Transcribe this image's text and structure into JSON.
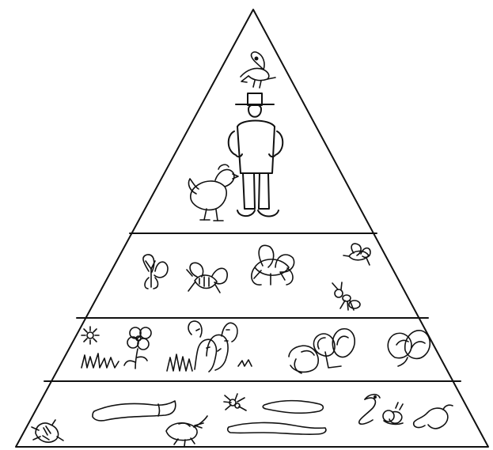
{
  "diagram": {
    "type": "food pyramid illustration",
    "levels": [
      {
        "position": "top",
        "items": [
          "bird-icon",
          "man-icon",
          "chicken-icon"
        ]
      },
      {
        "position": "second",
        "items": [
          "butterfly-icon",
          "bee-icon",
          "fly-icon",
          "fly-icon",
          "ant-icon"
        ]
      },
      {
        "position": "third",
        "items": [
          "flower-icon",
          "grass-icon",
          "sun-icon",
          "cactus-icon",
          "pepper-icon",
          "leaf-plant-icon"
        ]
      },
      {
        "position": "bottom",
        "items": [
          "worm-icon",
          "worm-icon",
          "beetle-icon",
          "spider-icon",
          "snail-icon",
          "snake-icon"
        ]
      }
    ],
    "colors": {
      "line": "#111111",
      "background": "#ffffff"
    }
  }
}
